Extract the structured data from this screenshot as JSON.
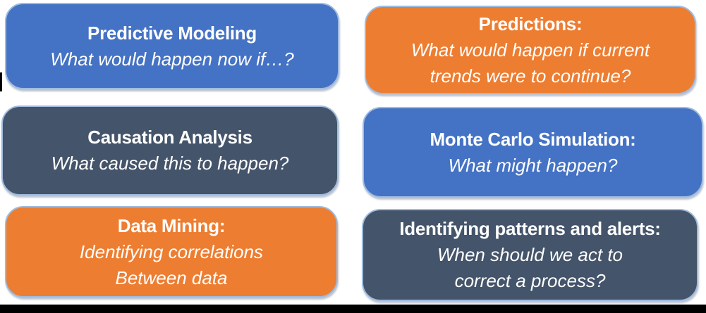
{
  "page": {
    "background": "#FFFFFF",
    "description": "Six rounded concept cards in a 2x3 grid describing predictive analytics techniques"
  },
  "colors": {
    "blue": "#4472C4",
    "orange": "#ED7D31",
    "slate": "#44546A",
    "outline": "#9FBBDE",
    "text": "#FFFFFF",
    "bottom_bar": "#000000"
  },
  "boxes": [
    {
      "id": "predictive-modeling",
      "color": "blue",
      "title": "Predictive Modeling",
      "lines": [
        "What would happen now if…?"
      ]
    },
    {
      "id": "predictions",
      "color": "orange",
      "title": "Predictions:",
      "lines": [
        "What would happen if current",
        "trends were to continue?"
      ]
    },
    {
      "id": "causation-analysis",
      "color": "slate",
      "title": "Causation Analysis",
      "lines": [
        "What caused this to happen?"
      ]
    },
    {
      "id": "monte-carlo-simulation",
      "color": "blue",
      "title": "Monte Carlo Simulation:",
      "lines": [
        "What might happen?"
      ]
    },
    {
      "id": "data-mining",
      "color": "orange",
      "title": "Data Mining:",
      "lines": [
        "Identifying correlations",
        "Between data"
      ]
    },
    {
      "id": "identifying-patterns-and-alerts",
      "color": "slate",
      "title": "Identifying patterns and alerts:",
      "lines": [
        "When should we act to",
        "correct a process?"
      ]
    }
  ]
}
